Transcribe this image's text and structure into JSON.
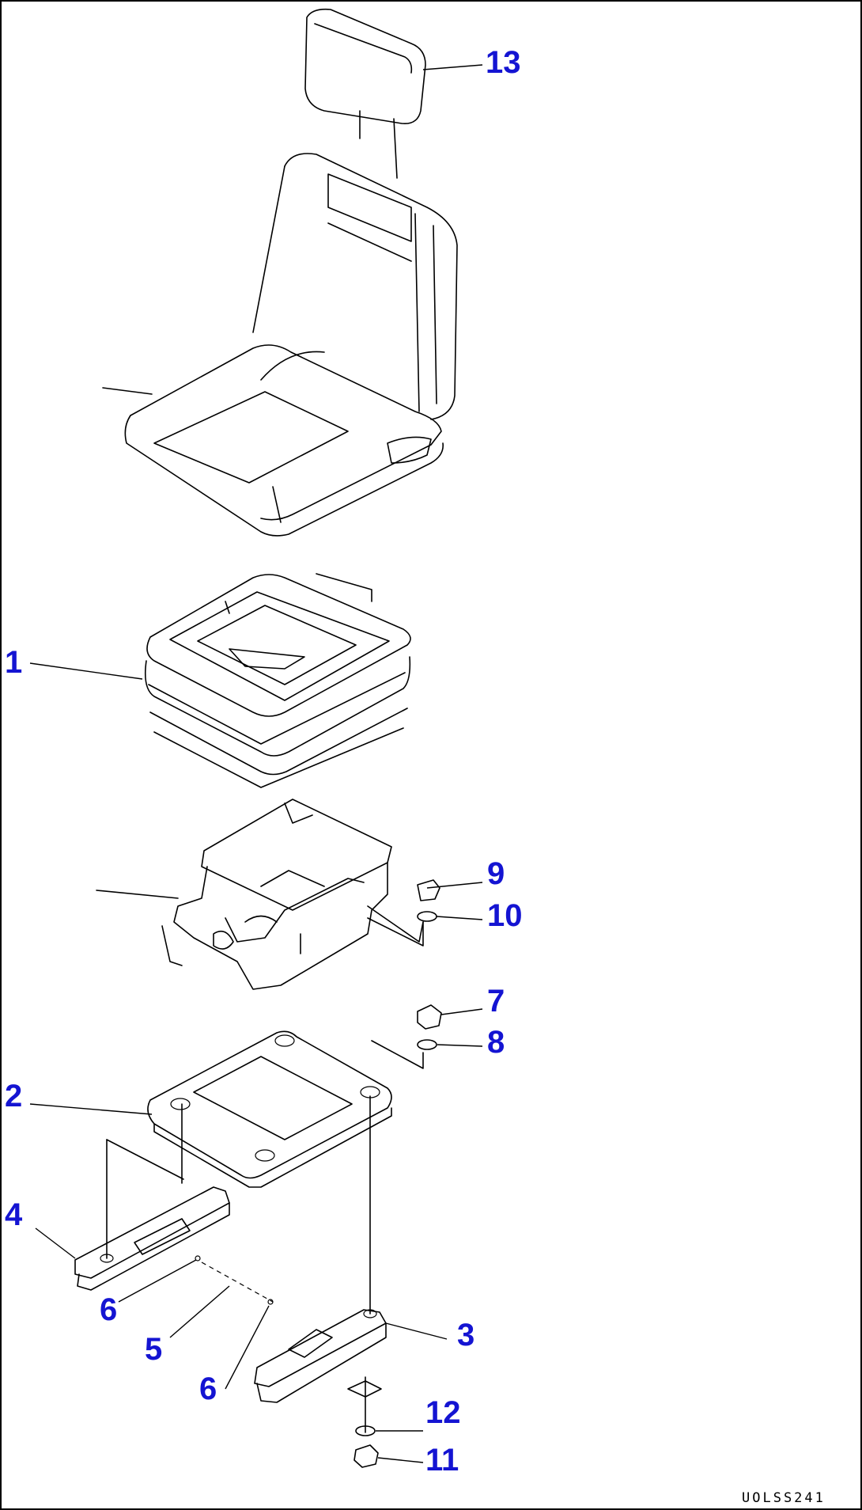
{
  "diagram": {
    "callouts": [
      {
        "id": "c13",
        "label": "13"
      },
      {
        "id": "c1",
        "label": "1"
      },
      {
        "id": "c9",
        "label": "9"
      },
      {
        "id": "c10",
        "label": "10"
      },
      {
        "id": "c7",
        "label": "7"
      },
      {
        "id": "c8",
        "label": "8"
      },
      {
        "id": "c2",
        "label": "2"
      },
      {
        "id": "c4",
        "label": "4"
      },
      {
        "id": "c6a",
        "label": "6"
      },
      {
        "id": "c5",
        "label": "5"
      },
      {
        "id": "c6b",
        "label": "6"
      },
      {
        "id": "c3",
        "label": "3"
      },
      {
        "id": "c12",
        "label": "12"
      },
      {
        "id": "c11",
        "label": "11"
      }
    ],
    "doc_id": "UOLSS241"
  }
}
